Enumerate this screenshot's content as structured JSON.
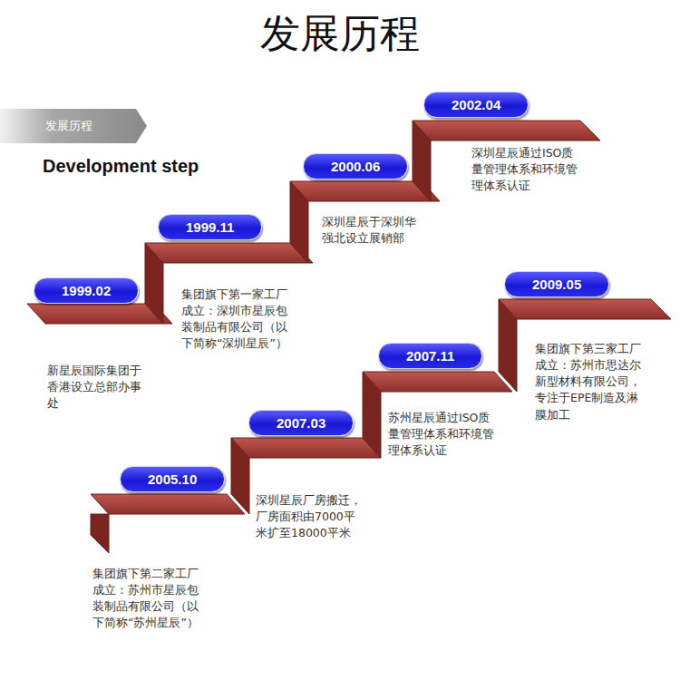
{
  "diagram": {
    "title": "发展历程",
    "nodes": [
      {
        "text": [
          "发展历程"
        ]
      },
      {
        "text": [
          "1999.02",
          "新星辰国际集团于香港设立总部办事处"
        ]
      },
      {
        "text": [
          "1999.11",
          "集团旗下第一家工厂成立：深圳市星辰包装制品有限公司（以下简称“深圳星辰”）"
        ]
      },
      {
        "text": [
          "2000.06",
          "深圳星辰于深圳华强北设立展销部"
        ]
      },
      {
        "text": [
          "2002.04",
          "深圳星辰通过ISO质量管理体系和环境管理体系认证"
        ]
      },
      {
        "text": [
          "2005.10",
          "集团旗下第二家工厂成立：苏州市星辰包装制品有限公司（以下简称“苏州星辰”）"
        ]
      },
      {
        "text": [
          "2007.03",
          "深圳星辰厂房搬迁，厂房面积由7000平米扩至18000平米"
        ]
      },
      {
        "text": [
          "2007.11",
          "苏州星辰通过ISO质量管理体系和环境管理体系认证"
        ]
      },
      {
        "text": [
          "2009.05",
          "集团旗下第三家工厂成立：苏州市思达尔新型材料有限公司，专注于EPE制造及淋膜加工"
        ]
      }
    ],
    "labels": [
      "Development step"
    ]
  }
}
